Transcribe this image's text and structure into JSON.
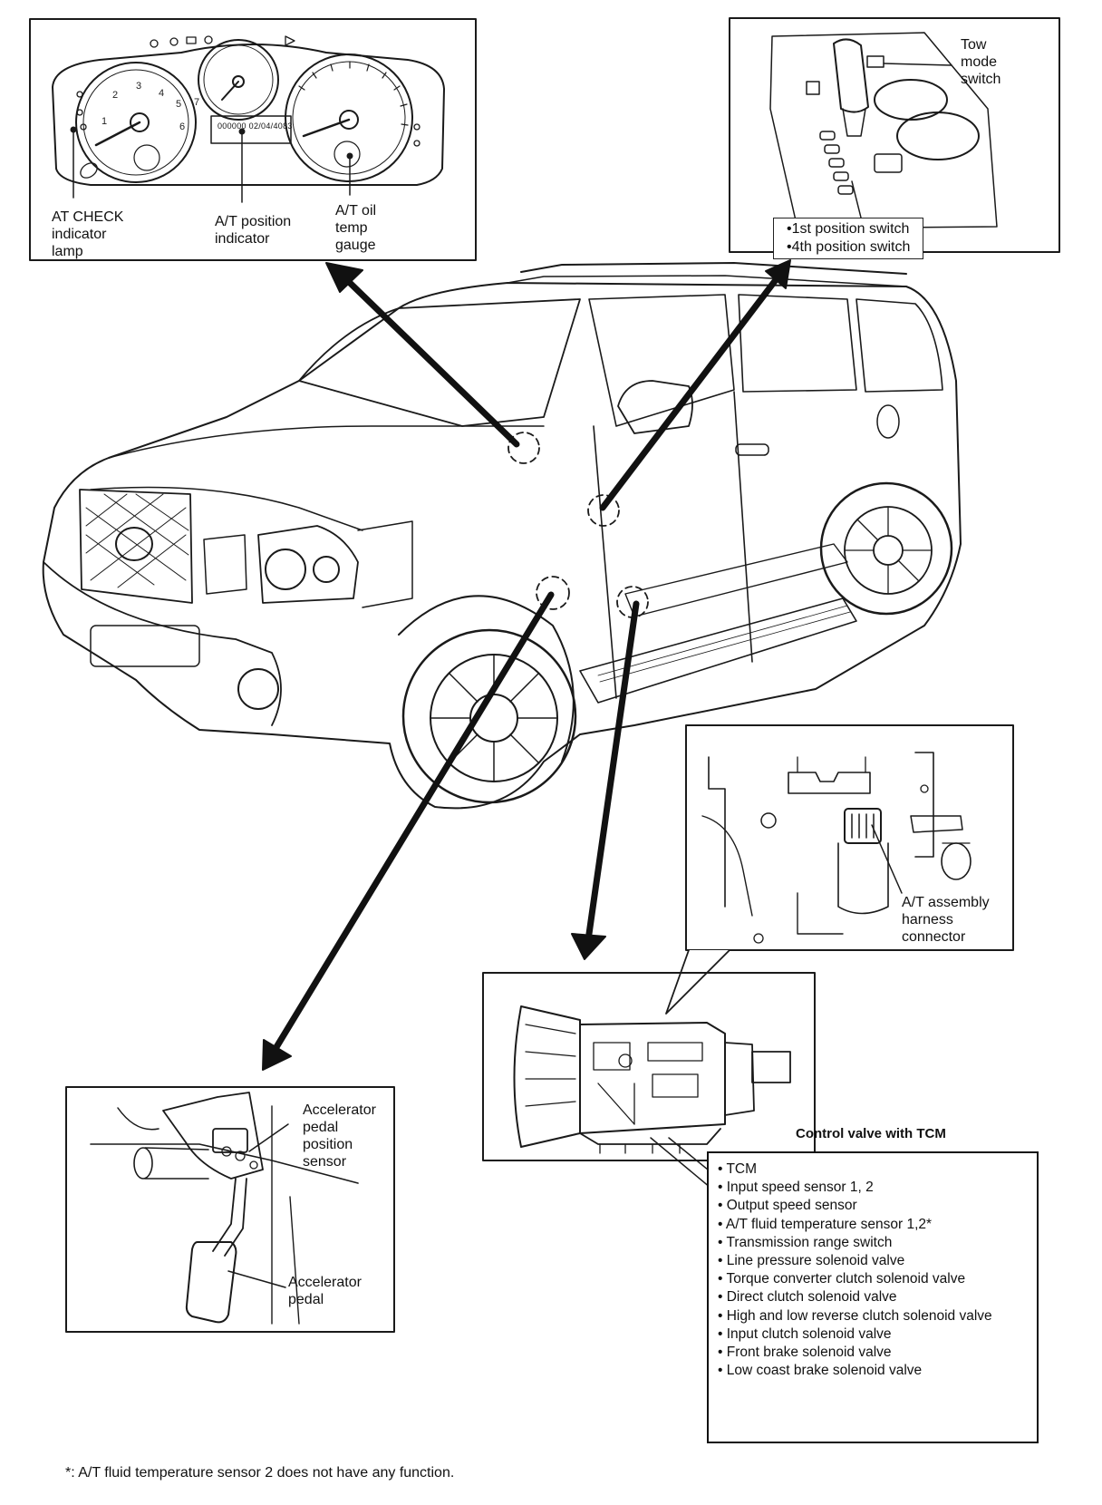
{
  "callouts": {
    "at_check_lamp": "AT CHECK\nindicator\nlamp",
    "at_position_indicator": "A/T position\nindicator",
    "at_oil_temp_gauge": "A/T oil\ntemp\ngauge",
    "tow_mode_switch": "Tow\nmode\nswitch",
    "position_switch_1": "•1st position switch",
    "position_switch_4": "•4th position switch",
    "at_assembly_connector": "A/T assembly\nharness\nconnector",
    "accelerator_pedal_position_sensor": "Accelerator\npedal\nposition\nsensor",
    "accelerator_pedal": "Accelerator\npedal",
    "control_valve_with_tcm": "Control valve with TCM"
  },
  "tcm_components": [
    "TCM",
    "Input speed sensor 1, 2",
    "Output speed sensor",
    "A/T fluid temperature sensor 1,2*",
    "Transmission range switch",
    "Line pressure solenoid valve",
    "Torque converter clutch solenoid valve",
    "Direct clutch solenoid valve",
    "High and low reverse clutch solenoid valve",
    "Input clutch solenoid valve",
    "Front brake solenoid valve",
    "Low coast brake solenoid valve"
  ],
  "cluster_display_text": "000000 02/04/4083",
  "footnote": "*: A/T fluid temperature sensor 2 does not have any function."
}
